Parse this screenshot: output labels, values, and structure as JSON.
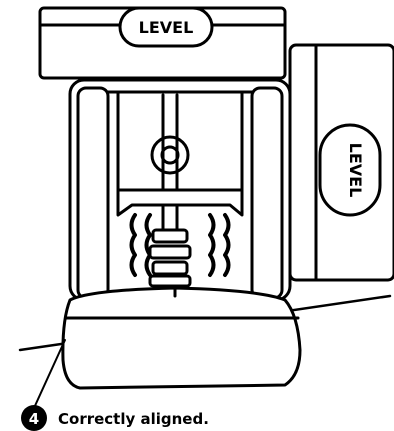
{
  "labels": {
    "level_top": "LEVEL",
    "level_side": "LEVEL"
  },
  "step": {
    "number": "4",
    "caption": "Correctly aligned."
  },
  "colors": {
    "stroke": "#000000",
    "background": "#ffffff",
    "shade": "#e6e6e6",
    "dark": "#000000"
  }
}
